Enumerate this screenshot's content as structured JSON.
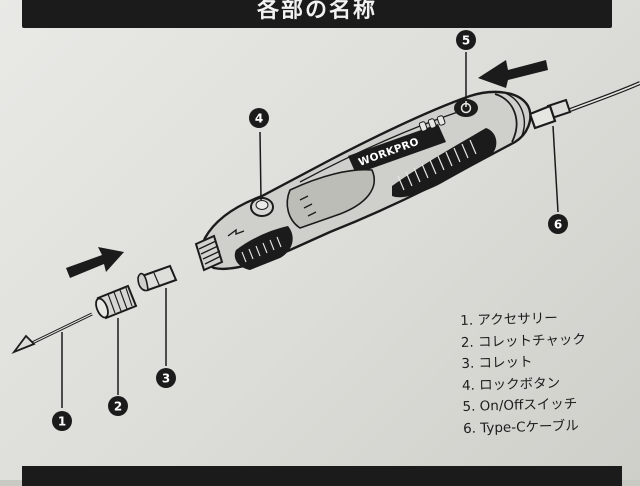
{
  "header": {
    "title": "各部の名称"
  },
  "product": {
    "brand": "WORKPRO"
  },
  "callouts": [
    {
      "number": "1"
    },
    {
      "number": "2"
    },
    {
      "number": "3"
    },
    {
      "number": "4"
    },
    {
      "number": "5"
    },
    {
      "number": "6"
    }
  ],
  "legend": {
    "items": [
      "1. アクセサリー",
      "2. コレットチャック",
      "3. コレット",
      "4. ロックボタン",
      "5. On/Offスイッチ",
      "6. Type-Cケーブル"
    ]
  },
  "colors": {
    "ink": "#1b1b1b",
    "body_fill": "#cfcfcb",
    "paper": "#e6e6e3"
  }
}
